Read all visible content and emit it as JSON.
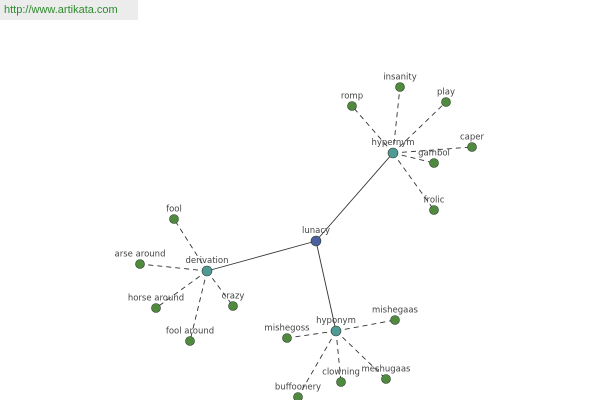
{
  "banner": {
    "url": "http://www.artikata.com"
  },
  "colors": {
    "central": "#4c5f9e",
    "relation": "#4f9a95",
    "leaf": "#4f8a3e",
    "edge": "#333333"
  },
  "graph": {
    "central": {
      "id": "lunacy",
      "label": "lunacy"
    },
    "relations": [
      {
        "id": "hypernym",
        "label": "hypernym",
        "leaves": [
          "insanity",
          "play",
          "romp",
          "caper",
          "gambol",
          "frolic"
        ]
      },
      {
        "id": "derivation",
        "label": "derivation",
        "leaves": [
          "fool",
          "arse around",
          "horse around",
          "fool around",
          "crazy"
        ]
      },
      {
        "id": "hyponym",
        "label": "hyponym",
        "leaves": [
          "mishegoss",
          "mishegaas",
          "buffoonery",
          "clowning",
          "meshugaas"
        ]
      }
    ]
  }
}
